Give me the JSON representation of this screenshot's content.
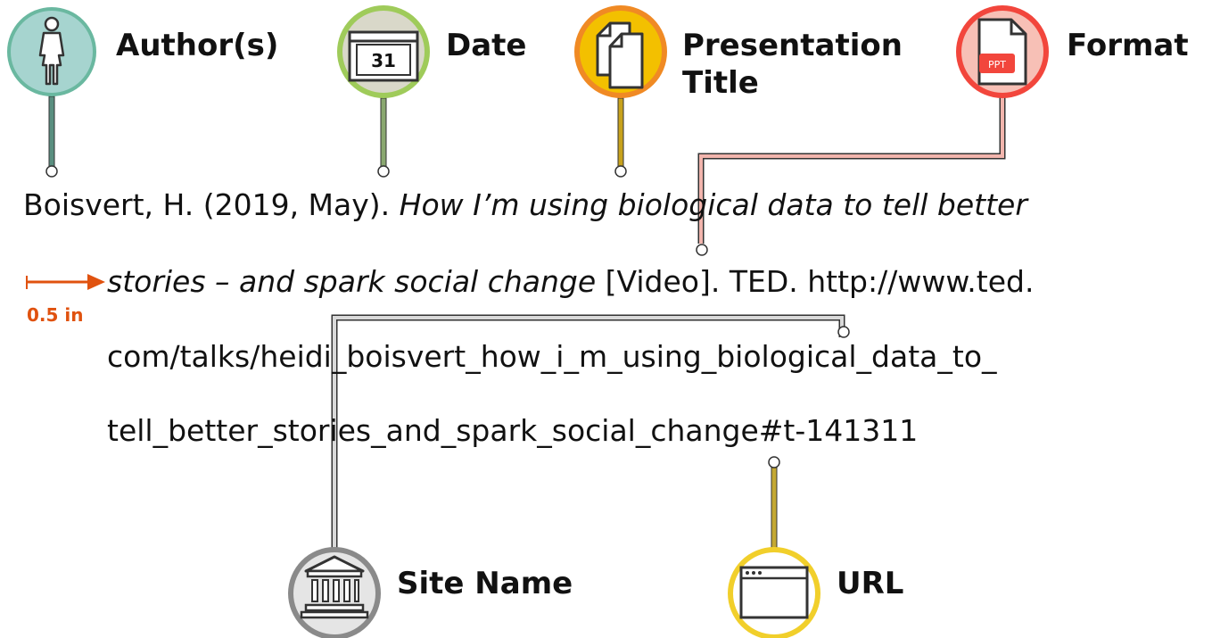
{
  "labels": {
    "author": "Author(s)",
    "date": "Date",
    "title_line1": "Presentation",
    "title_line2": "Title",
    "format": "Format",
    "site_name": "Site Name",
    "url": "URL"
  },
  "icons": {
    "author": "person-icon",
    "date": "calendar-icon",
    "date_number": "31",
    "title": "documents-icon",
    "format": "ppt-file-icon",
    "format_badge": "PPT",
    "site_name": "institution-building-icon",
    "url": "browser-window-icon"
  },
  "colors": {
    "author": "#3f9d79",
    "date": "#93c84a",
    "title": "#f2c100",
    "title_ring": "#f08a24",
    "format": "#f2463c",
    "site_name": "#8a8a8a",
    "url": "#f1cf2b",
    "indent_arrow": "#e0520f"
  },
  "citation": {
    "line1_plain": "Boisvert, H. (2019, May). ",
    "line1_italic": "How I’m using biological data to tell better",
    "line2_italic": "stories – and spark social change",
    "line2_plain": " [Video]. TED. http://www.ted.",
    "line3": "com/talks/heidi_boisvert_how_i_m_using_biological_data_to_",
    "line4": "tell_better_stories_and_spark_social_change#t-141311"
  },
  "indent": {
    "label": "0.5 in"
  }
}
